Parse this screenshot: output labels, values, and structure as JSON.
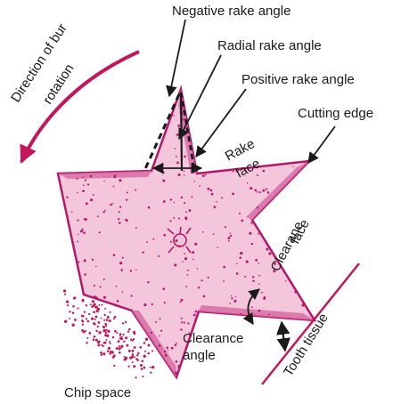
{
  "colors": {
    "accent": "#c2185b",
    "fill": "#f3c6dc",
    "edge": "#b5176a",
    "ink": "#1a1a1a"
  },
  "labels": {
    "negative_rake": "Negative rake angle",
    "radial_rake": "Radial rake angle",
    "positive_rake": "Positive rake angle",
    "cutting_edge": "Cutting edge",
    "rake_face_1": "Rake",
    "rake_face_2": "face",
    "direction_1": "Direction of bur",
    "direction_2": "rotation",
    "clearance_face_1": "Clearane",
    "clearance_face_2": "face",
    "clearance_angle_1": "Clearance",
    "clearance_angle_2": "angle",
    "tooth_tissue": "Tooth tissue",
    "chip_space": "Chip space"
  }
}
